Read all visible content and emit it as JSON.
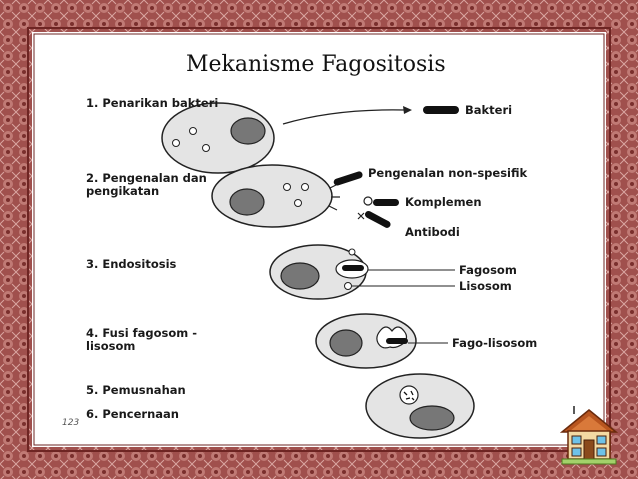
{
  "title": "Mekanisme Fagositosis",
  "steps": [
    {
      "line1": "1. Penarikan bakteri",
      "line2": ""
    },
    {
      "line1": "2. Pengenalan dan",
      "line2": "pengikatan"
    },
    {
      "line1": "3. Endositosis",
      "line2": ""
    },
    {
      "line1": "4. Fusi fagosom -",
      "line2": "lisosom"
    },
    {
      "line1": "5. Pemusnahan",
      "line2": ""
    },
    {
      "line1": "6. Pencernaan",
      "line2": ""
    }
  ],
  "labels": {
    "bakteri": "Bakteri",
    "pengenalan": "Pengenalan non-spesifik",
    "komplemen": "Komplemen",
    "antibodi": "Antibodi",
    "fagosom": "Fagosom",
    "lisosom": "Lisosom",
    "fagolisosom": "Fago-lisosom"
  },
  "page_mark": "123",
  "colors": {
    "frame": "#8a3b3b",
    "frame_light": "#c78a86",
    "line": "#222222",
    "house_roof": "#b8551f",
    "house_wall": "#f3d9a3"
  },
  "icons": {
    "home": "home-icon"
  }
}
